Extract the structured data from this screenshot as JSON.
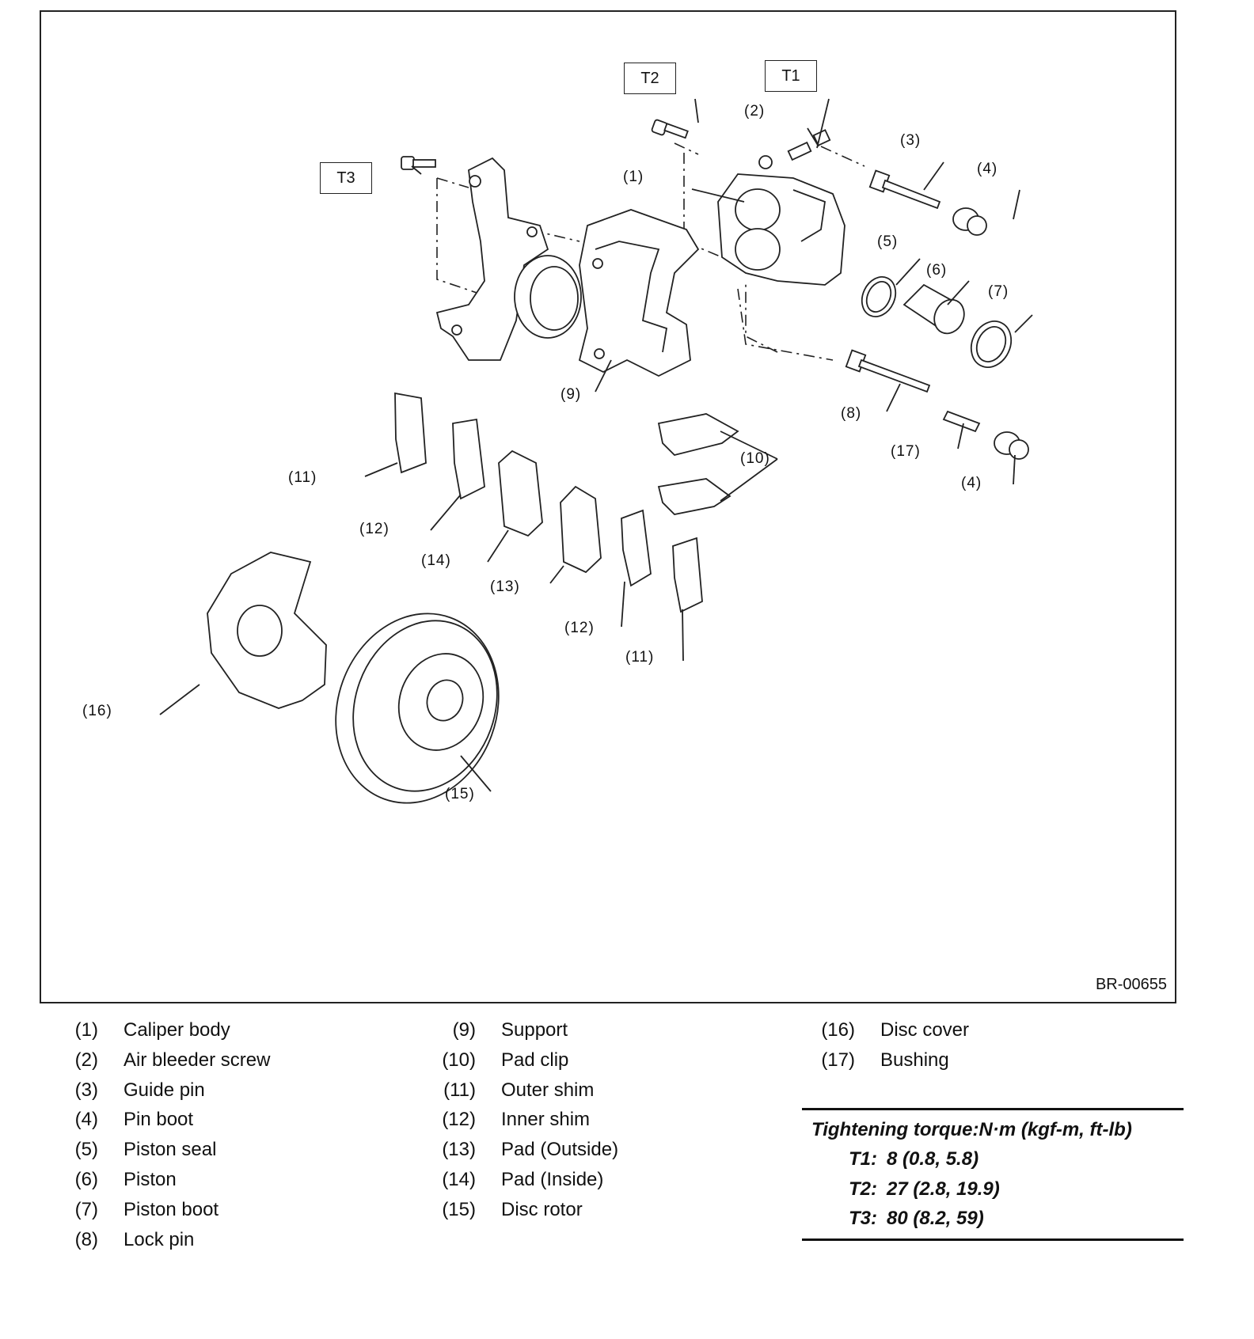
{
  "figure_id": "BR-00655",
  "torque_boxes": [
    "T1",
    "T2",
    "T3"
  ],
  "callouts": [
    "(1)",
    "(2)",
    "(3)",
    "(4)",
    "(5)",
    "(6)",
    "(7)",
    "(8)",
    "(9)",
    "(10)",
    "(11)",
    "(12)",
    "(13)",
    "(14)",
    "(15)",
    "(16)",
    "(17)"
  ],
  "legend": {
    "col1": [
      {
        "num": "(1)",
        "name": "Caliper body"
      },
      {
        "num": "(2)",
        "name": "Air bleeder screw"
      },
      {
        "num": "(3)",
        "name": "Guide pin"
      },
      {
        "num": "(4)",
        "name": "Pin boot"
      },
      {
        "num": "(5)",
        "name": "Piston seal"
      },
      {
        "num": "(6)",
        "name": "Piston"
      },
      {
        "num": "(7)",
        "name": "Piston boot"
      },
      {
        "num": "(8)",
        "name": "Lock pin"
      }
    ],
    "col2": [
      {
        "num": "(9)",
        "name": "Support"
      },
      {
        "num": "(10)",
        "name": "Pad clip"
      },
      {
        "num": "(11)",
        "name": "Outer shim"
      },
      {
        "num": "(12)",
        "name": "Inner shim"
      },
      {
        "num": "(13)",
        "name": "Pad (Outside)"
      },
      {
        "num": "(14)",
        "name": "Pad (Inside)"
      },
      {
        "num": "(15)",
        "name": "Disc rotor"
      }
    ],
    "col3": [
      {
        "num": "(16)",
        "name": "Disc cover"
      },
      {
        "num": "(17)",
        "name": "Bushing"
      }
    ]
  },
  "torque": {
    "title": "Tightening torque:N·m (kgf-m, ft-lb)",
    "rows": [
      {
        "code": "T1:",
        "value": "8 (0.8, 5.8)"
      },
      {
        "code": "T2:",
        "value": "27 (2.8, 19.9)"
      },
      {
        "code": "T3:",
        "value": "80 (8.2, 59)"
      }
    ]
  }
}
